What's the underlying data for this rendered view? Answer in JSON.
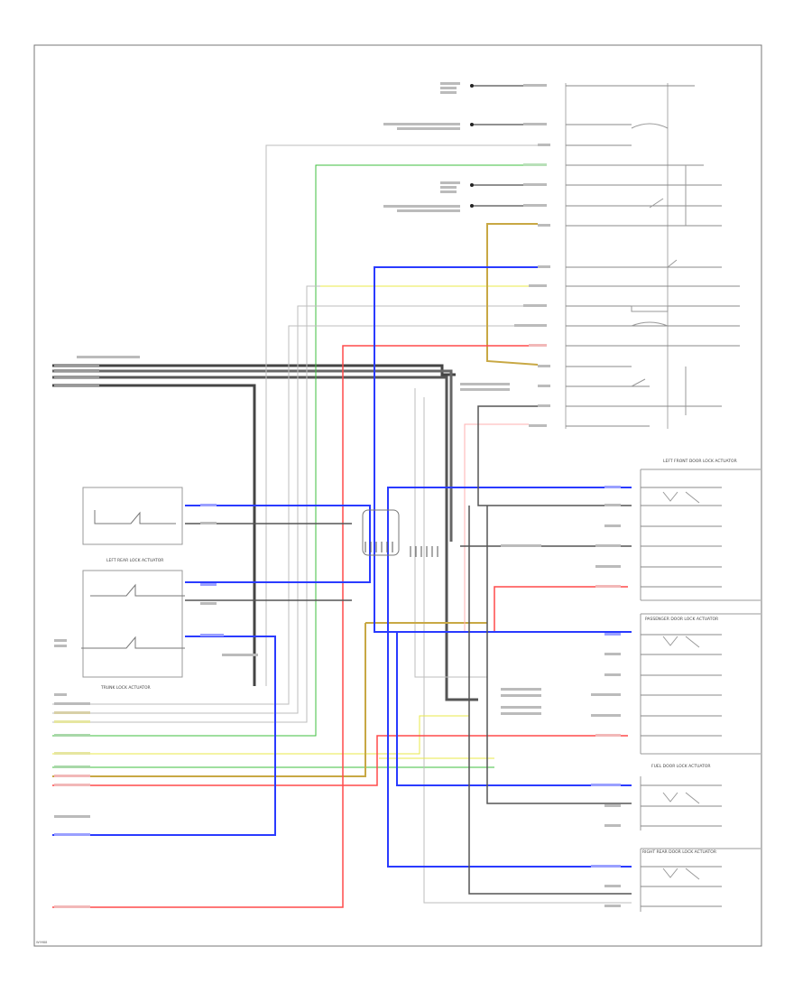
{
  "page_code": "W9988",
  "colors": {
    "black": "#1a1a1a",
    "dark_gray": "#555555",
    "gray": "#9a9a9a",
    "light_gray": "#c8c8c8",
    "blue": "#2a3bff",
    "green": "#3fbf3f",
    "yellow": "#e8e84a",
    "yellow_brown": "#c8a844",
    "red": "#ff4a4a",
    "pink": "#ffb0b0",
    "orange_brown": "#b98a3c"
  },
  "components": [
    {
      "id": "upper-right-module",
      "caption": ""
    },
    {
      "id": "left-rear-door-lock-actuator",
      "caption": "LEFT REAR LOCK ACTUATOR"
    },
    {
      "id": "trunk-lock-actuator",
      "caption": "TRUNK LOCK ACTUATOR"
    },
    {
      "id": "left-front-door-lock-actuator",
      "caption": "LEFT FRONT DOOR LOCK ACTUATOR"
    },
    {
      "id": "passenger-door-lock-actuator",
      "caption": "PASSENGER DOOR LOCK ACTUATOR"
    },
    {
      "id": "fuel-door-lock-actuator",
      "caption": "FUEL DOOR LOCK ACTUATOR"
    },
    {
      "id": "right-rear-door-lock-actuator",
      "caption": "RIGHT REAR DOOR LOCK ACTUATOR"
    }
  ]
}
